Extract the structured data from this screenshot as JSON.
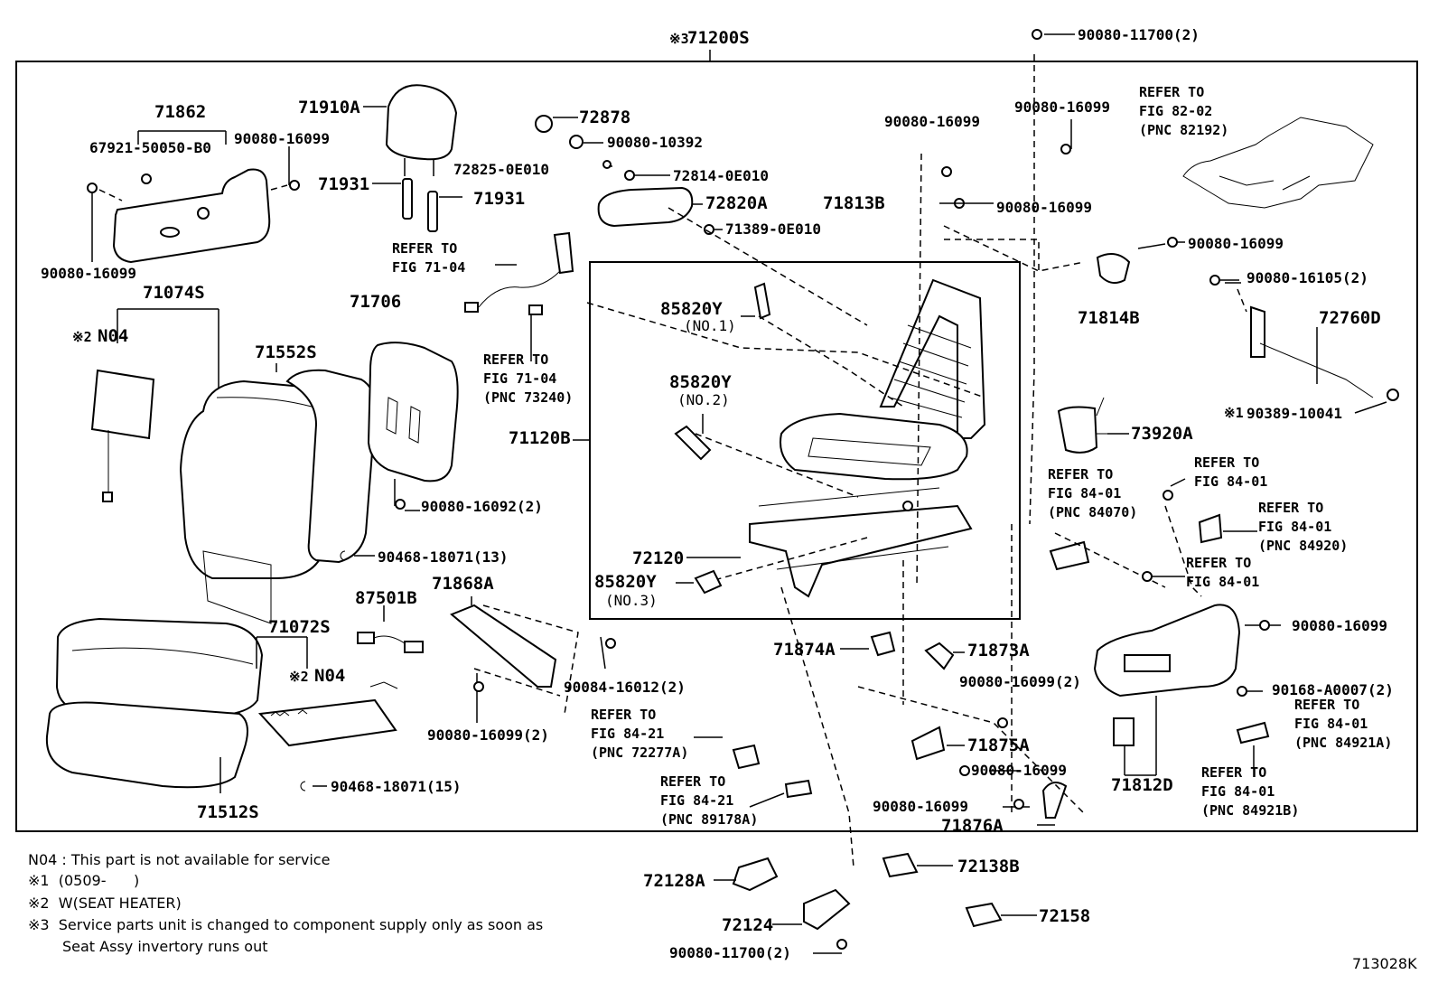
{
  "assembly": {
    "mark": "※3",
    "number": "71200S"
  },
  "parts": {
    "p71862": "71862",
    "p67921": "67921-50050-B0",
    "p90080_16099_a": "90080-16099",
    "p90080_16099_b": "90080-16099",
    "p71910A": "71910A",
    "p71931_a": "71931",
    "p71931_b": "71931",
    "p72878": "72878",
    "p90080_10392": "90080-10392",
    "p72825": "72825-0E010",
    "p72814": "72814-0E010",
    "p72820A": "72820A",
    "p71389": "71389-0E010",
    "p90080_11700_top": "90080-11700(2)",
    "p90080_16099_c": "90080-16099",
    "p90080_16099_d": "90080-16099",
    "p71813B": "71813B",
    "p90080_16099_e": "90080-16099",
    "p90080_16099_f": "90080-16099",
    "p71814B": "71814B",
    "p90080_16105": "90080-16105(2)",
    "p72760D": "72760D",
    "p90389_mark": "※1",
    "p90389": "90389-10041",
    "p73920A": "73920A",
    "p71074S": "71074S",
    "p71074S_n04_mark": "※2",
    "p71074S_n04": "N04",
    "p71552S": "71552S",
    "p71706": "71706",
    "p85820Y_1": "85820Y",
    "p85820Y_1_no": "(NO.1)",
    "p85820Y_2": "85820Y",
    "p85820Y_2_no": "(NO.2)",
    "p71120B": "71120B",
    "p90080_16092": "90080-16092(2)",
    "p90468_13": "90468-18071(13)",
    "p72120": "72120",
    "p85820Y_3": "85820Y",
    "p85820Y_3_no": "(NO.3)",
    "p87501B": "87501B",
    "p71868A": "71868A",
    "p71072S": "71072S",
    "p71072S_n04_mark": "※2",
    "p71072S_n04": "N04",
    "p90084_16012": "90084-16012(2)",
    "p90080_16099_g": "90080-16099(2)",
    "p90468_15": "90468-18071(15)",
    "p71512S": "71512S",
    "p71874A": "71874A",
    "p71873A": "71873A",
    "p90080_16099_h": "90080-16099(2)",
    "p71875A": "71875A",
    "p90080_16099_i": "90080-16099",
    "p90080_16099_j": "90080-16099",
    "p71876A": "71876A",
    "p90080_16099_k": "90080-16099",
    "p90168": "90168-A0007(2)",
    "p71812D": "71812D",
    "p72128A": "72128A",
    "p72138B": "72138B",
    "p72124": "72124",
    "p72158": "72158",
    "p90080_11700_bot": "90080-11700(2)"
  },
  "refs": {
    "r_fig82": "REFER TO\nFIG 82-02\n(PNC 82192)",
    "r_fig71_a": "REFER TO\nFIG 71-04",
    "r_fig71_b": "REFER TO\nFIG 71-04\n(PNC 73240)",
    "r_fig84_a": "REFER TO\nFIG 84-01",
    "r_fig84_b": "REFER TO\nFIG 84-01\n(PNC 84070)",
    "r_fig84_c": "REFER TO\nFIG 84-01\n(PNC 84920)",
    "r_fig84_d": "REFER TO\nFIG 84-01",
    "r_fig84_e": "REFER TO\nFIG 84-01\n(PNC 84921A)",
    "r_fig84_f": "REFER TO\nFIG 84-01\n(PNC 84921B)",
    "r_fig8421_a": "REFER TO\nFIG 84-21\n(PNC 72277A)",
    "r_fig8421_b": "REFER TO\nFIG 84-21\n(PNC 89178A)"
  },
  "notes": {
    "n1": "N04 : This part is not available for service",
    "n2": "※1  (0509-      )",
    "n3": "※2  W(SEAT HEATER)",
    "n4": "※3  Service parts unit is changed to component supply only as soon as",
    "n5": "Seat Assy invertory runs out"
  },
  "figure_id": "713028K"
}
